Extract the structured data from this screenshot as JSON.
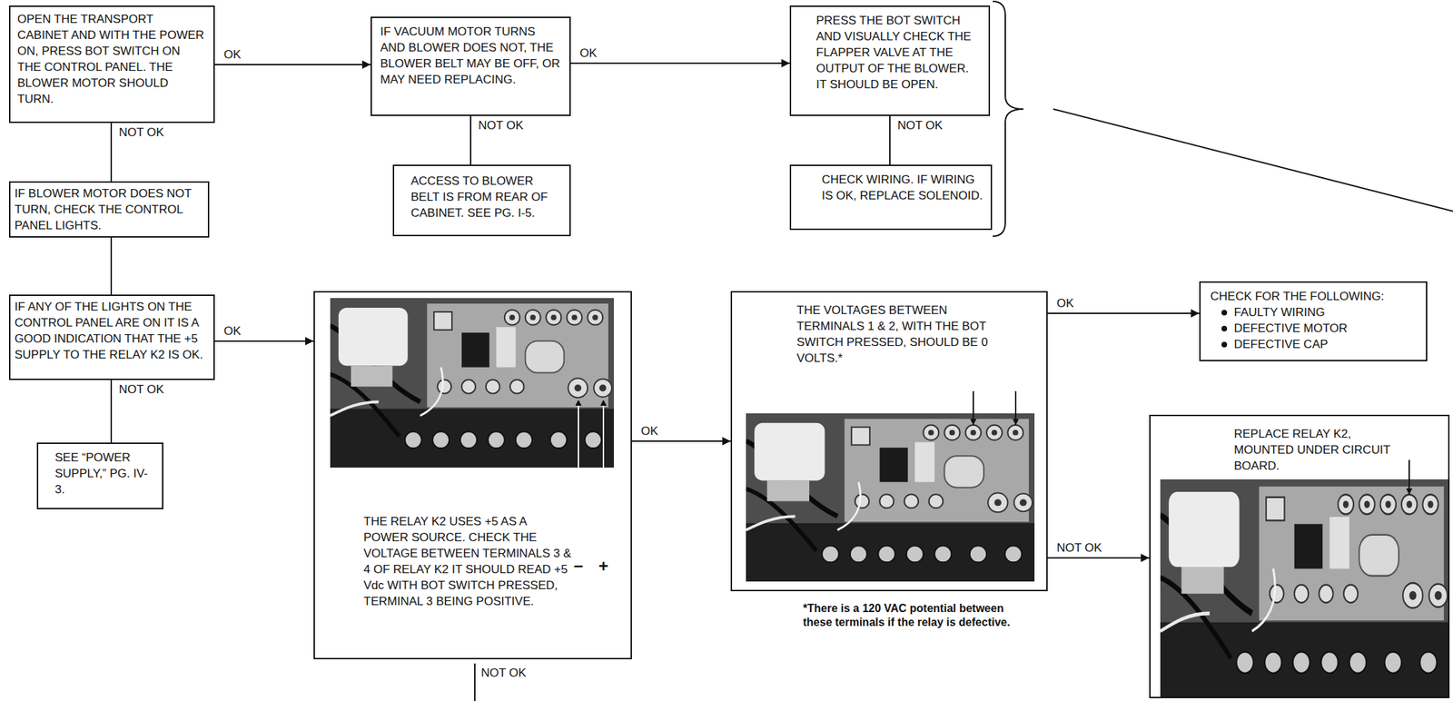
{
  "diagram": {
    "nodes": [
      {
        "text": [
          "OPEN THE TRANSPORT CABINET AND WITH THE POWER ON, PRESS BOT SWITCH ON THE CONTROL PANEL. THE BLOWER MOTOR SHOULD TURN."
        ]
      },
      {
        "text": [
          "IF VACUUM MOTOR TURNS AND BLOWER DOES NOT, THE BLOWER BELT MAY BE OFF, OR MAY NEED REPLACING."
        ]
      },
      {
        "text": [
          "PRESS THE BOT SWITCH AND VISUALLY CHECK THE FLAPPER VALVE AT THE OUTPUT OF THE BLOWER. IT SHOULD BE OPEN."
        ]
      },
      {
        "text": [
          "ACCESS TO BLOWER BELT IS FROM REAR OF CABINET. SEE PG. I-5."
        ]
      },
      {
        "text": [
          "CHECK WIRING. IF WIRING IS OK, REPLACE SOLENOID."
        ]
      },
      {
        "text": [
          "IF BLOWER MOTOR DOES NOT TURN, CHECK THE CONTROL PANEL LIGHTS."
        ]
      },
      {
        "text": [
          "IF ANY OF THE LIGHTS ON THE CONTROL PANEL ARE ON IT IS A GOOD INDICATION THAT THE +5 SUPPLY TO THE RELAY K2 IS OK."
        ]
      },
      {
        "text": [
          "SEE “POWER SUPPLY,” PG. IV-3."
        ]
      },
      {
        "text": [
          "THE RELAY K2 USES +5 AS A POWER SOURCE. CHECK THE VOLTAGE BETWEEN TERMINALS 3 & 4 OF RELAY K2 IT SHOULD READ +5 Vdc WITH BOT SWITCH PRESSED, TERMINAL 3 BEING POSITIVE."
        ]
      },
      {
        "text": [
          "THE VOLTAGES BETWEEN TERMINALS 1 & 2, WITH THE BOT SWITCH PRESSED, SHOULD BE 0 VOLTS.*"
        ]
      },
      {
        "text": [
          "CHECK FOR THE FOLLOWING:",
          "FAULTY WIRING",
          "DEFECTIVE MOTOR",
          "DEFECTIVE CAP"
        ]
      },
      {
        "text": [
          "REPLACE RELAY K2, MOUNTED UNDER CIRCUIT BOARD."
        ]
      }
    ],
    "edges": [
      {
        "from": 0,
        "to": 1,
        "label": "OK",
        "arrow": "to"
      },
      {
        "from": 1,
        "to": 2,
        "label": "OK",
        "arrow": "to"
      },
      {
        "from": 0,
        "to": 5,
        "label": "NOT OK",
        "arrow": "none"
      },
      {
        "from": 1,
        "to": 3,
        "label": "NOT OK",
        "arrow": "none"
      },
      {
        "from": 2,
        "to": 4,
        "label": "NOT OK",
        "arrow": "none"
      },
      {
        "from": 5,
        "to": 6,
        "arrow": "none"
      },
      {
        "from": 6,
        "to": 8,
        "label": "OK",
        "arrow": "to"
      },
      {
        "from": 6,
        "to": 7,
        "label": "NOT OK",
        "arrow": "none"
      },
      {
        "from": 8,
        "to": 9,
        "label": "OK",
        "arrow": "to"
      },
      {
        "from": 9,
        "to": 10,
        "label": "OK",
        "arrow": "to"
      },
      {
        "from": 9,
        "to": 11,
        "label": "NOT OK",
        "arrow": "to"
      }
    ],
    "labels": [
      "−",
      "+",
      "*There is a 120 VAC potential between these terminals if the relay is defective.",
      "NOT OK"
    ]
  }
}
